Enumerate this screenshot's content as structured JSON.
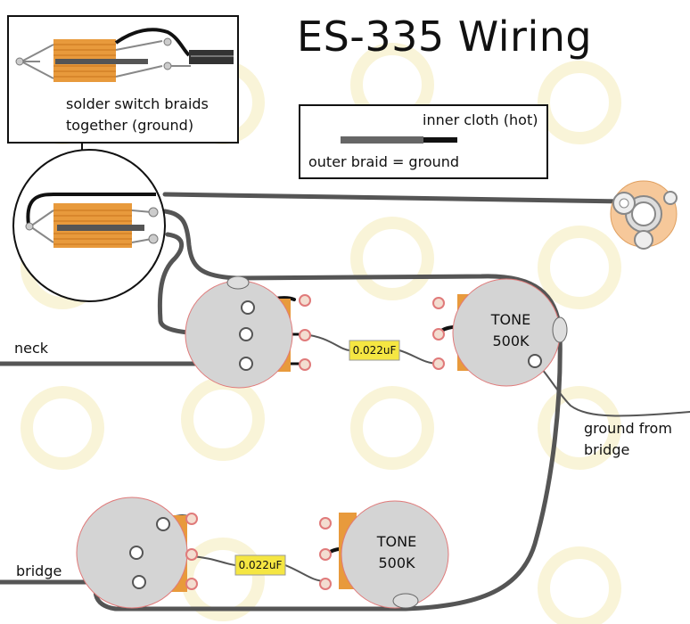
{
  "title": "ES-335 Wiring",
  "inset_note": {
    "line1": "solder switch braids",
    "line2": "together (ground)"
  },
  "cable_legend": {
    "hot": "inner cloth (hot)",
    "ground": "outer braid = ground"
  },
  "inputs": {
    "neck": "neck",
    "bridge": "bridge"
  },
  "ground_note": {
    "line1": "ground from",
    "line2": "bridge"
  },
  "tone_pots": [
    {
      "line1": "TONE",
      "line2": "500K"
    },
    {
      "line1": "TONE",
      "line2": "500K"
    }
  ],
  "capacitors": [
    "0.022uF",
    "0.022uF"
  ],
  "colors": {
    "pot_body": "#d4d4d4",
    "pot_outline": "#e07a7a",
    "lug": "#e8a070",
    "switch_body": "#e89a3c",
    "wire": "#555555",
    "capacitor": "#f5e642"
  }
}
